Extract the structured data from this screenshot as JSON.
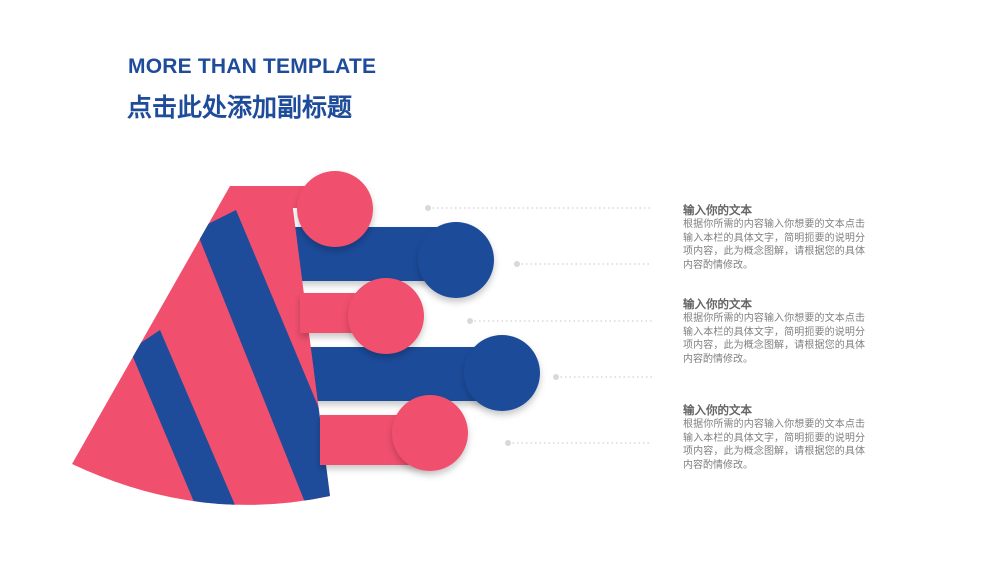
{
  "header": {
    "title_en": "MORE THAN TEMPLATE",
    "title_cn": "点击此处添加副标题"
  },
  "colors": {
    "brand_blue": "#1e4c9a",
    "brand_red": "#f0506e",
    "connector": "#d9d9d9",
    "text_title": "#666666",
    "text_body": "#808080"
  },
  "items": [
    {
      "title": "输入你的文本",
      "body": "根据你所需的内容输入你想要的文本点击输入本栏的具体文字，简明扼要的说明分项内容，此为概念图解，请根据您的具体内容酌情修改。"
    },
    {
      "title": "输入你的文本",
      "body": "根据你所需的内容输入你想要的文本点击输入本栏的具体文字，简明扼要的说明分项内容，此为概念图解，请根据您的具体内容酌情修改。"
    },
    {
      "title": "输入你的文本",
      "body": "根据你所需的内容输入你想要的文本点击输入本栏的具体文字，简明扼要的说明分项内容，此为概念图解，请根据您的具体内容酌情修改。"
    }
  ]
}
